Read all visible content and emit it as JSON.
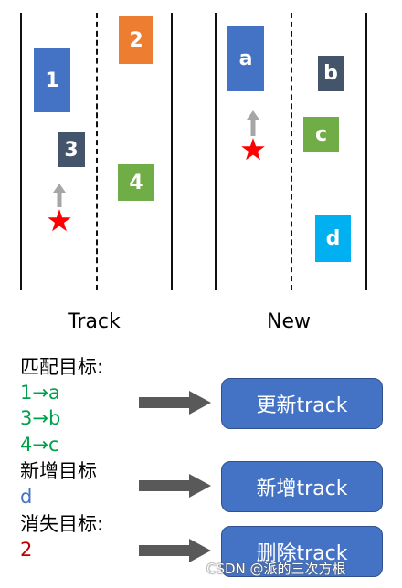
{
  "track": {
    "label": "Track",
    "cars": [
      {
        "id": "1",
        "color": "#4472c4"
      },
      {
        "id": "2",
        "color": "#ed7d31"
      },
      {
        "id": "3",
        "color": "#44546a"
      },
      {
        "id": "4",
        "color": "#70ad47"
      }
    ]
  },
  "new": {
    "label": "New",
    "cars": [
      {
        "id": "a",
        "color": "#4472c4"
      },
      {
        "id": "b",
        "color": "#44546a"
      },
      {
        "id": "c",
        "color": "#70ad47"
      },
      {
        "id": "d",
        "color": "#00b0f0"
      }
    ]
  },
  "legend": {
    "match_title": "匹配目标:",
    "matches": [
      "1→a",
      "3→b",
      "4→c"
    ],
    "new_title": "新增目标",
    "new_item": "d",
    "lost_title": "消失目标:",
    "lost_item": "2"
  },
  "actions": {
    "update": "更新track",
    "add": "新增track",
    "delete": "删除track"
  },
  "colors": {
    "green_text": "#00a14b",
    "blue_text": "#4472c4",
    "red_text": "#c00000",
    "star": "#ff0000",
    "arrow": "#595959"
  },
  "watermark": "CSDN @派的三次方根"
}
